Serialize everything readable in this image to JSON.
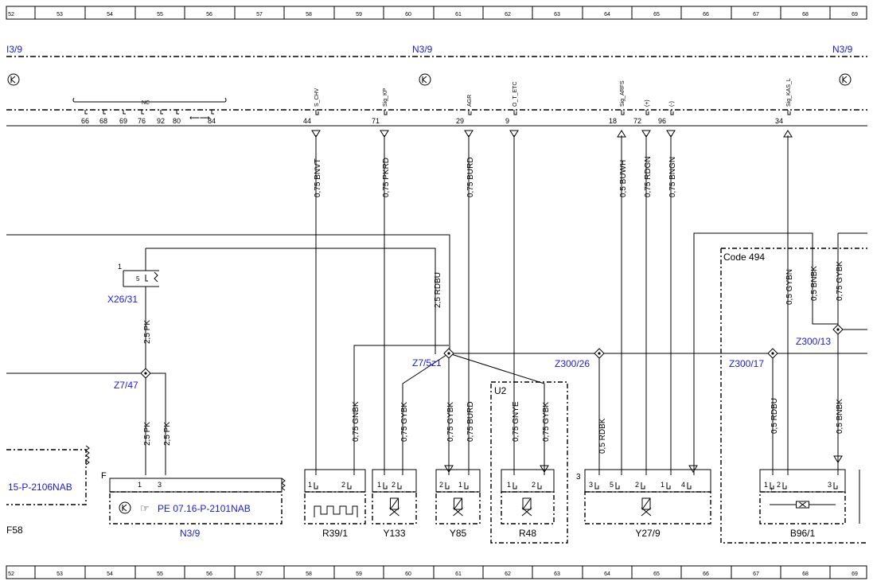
{
  "ruler": [
    "52",
    "53",
    "54",
    "55",
    "56",
    "57",
    "58",
    "59",
    "60",
    "61",
    "62",
    "63",
    "64",
    "65",
    "66",
    "67",
    "68",
    "69"
  ],
  "module_labels": {
    "left": "I3/9",
    "center": "N3/9",
    "right": "N3/9"
  },
  "nc_label": "NC",
  "nc_pins": [
    "66",
    "68",
    "69",
    "76",
    "92",
    "80",
    "84"
  ],
  "pins": [
    {
      "sig": "S_CHV",
      "pin": "44",
      "wire": "0,75 BNVT"
    },
    {
      "sig": "Sig_KP",
      "pin": "71",
      "wire": "0,75 PKRD"
    },
    {
      "sig": "AGR",
      "pin": "29",
      "wire": "0,75 BURD"
    },
    {
      "sig": "O_T_ETC",
      "pin": "9",
      "wire": ""
    },
    {
      "sig": "Sig_ARFS",
      "pin": "18",
      "wire": "0,5 BUWH"
    },
    {
      "sig": "(+)",
      "pin": "72",
      "wire": "0,75 RDGN"
    },
    {
      "sig": "(-)",
      "pin": "96",
      "wire": "0,75 BNGN"
    },
    {
      "sig": "Sig_KAS_L",
      "pin": "34",
      "wire": ""
    }
  ],
  "wires": {
    "w_rdbu25": "2,5 RDBU",
    "w_pk_top": "2,5 PK",
    "w_pk_a": "2,5 PK",
    "w_pk_b": "2,5 PK",
    "w_gnbk": "0,75 GNBK",
    "w_gybk_y133": "0,75 GYBK",
    "w_gybk_y85": "0,75 GYBK",
    "w_gnye": "0,75 GNYE",
    "w_gybk_r48": "0,75 GYBK",
    "w_rdbk": "0,5 RDBK",
    "w_gybn": "0,5 GYBN",
    "w_bnbk_top": "0,5 BNBK",
    "w_gybk_r": "0,75 GYBK",
    "w_rdbu05": "0,5 RDBU",
    "w_bnbk_bot": "0,5 BNBK"
  },
  "labels": {
    "x26": "X26/31",
    "z747": "Z7/47",
    "z75z1": "Z7/5z1",
    "z300_26": "Z300/26",
    "z300_13": "Z300/13",
    "z300_17": "Z300/17",
    "code494": "Code 494",
    "u2": "U2",
    "f58": "F58",
    "f": "F",
    "n39_bottom": "N3/9",
    "pe_ref": "PE 07.16-P-2101NAB",
    "left_ref": "15-P-2106NAB",
    "x26_pin1": "1",
    "x26_pin5": "5"
  },
  "components": [
    {
      "name": "R39/1",
      "pins": [
        "1",
        "2"
      ]
    },
    {
      "name": "Y133",
      "pins": [
        "1",
        "2"
      ]
    },
    {
      "name": "Y85",
      "pins": [
        "2",
        "1"
      ]
    },
    {
      "name": "R48",
      "pins": [
        "1",
        "2"
      ]
    },
    {
      "name": "Y27/9",
      "pins": [
        "3",
        "5",
        "2",
        "1",
        "4"
      ]
    },
    {
      "name": "B96/1",
      "pins": [
        "1",
        "2",
        "3"
      ]
    }
  ],
  "pe_pins": [
    "1",
    "3"
  ],
  "y27_extra": "3",
  "colors": {
    "blue": "#1a1adb",
    "line": "#000000"
  }
}
